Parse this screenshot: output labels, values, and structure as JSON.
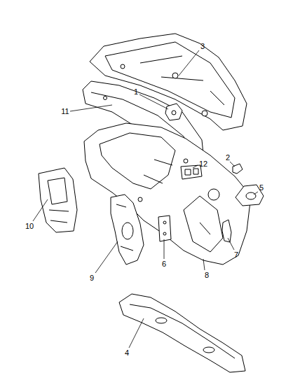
{
  "diagram": {
    "labels": [
      "3",
      "1",
      "11",
      "12",
      "2",
      "5",
      "10",
      "7",
      "6",
      "9",
      "8",
      "4"
    ]
  }
}
